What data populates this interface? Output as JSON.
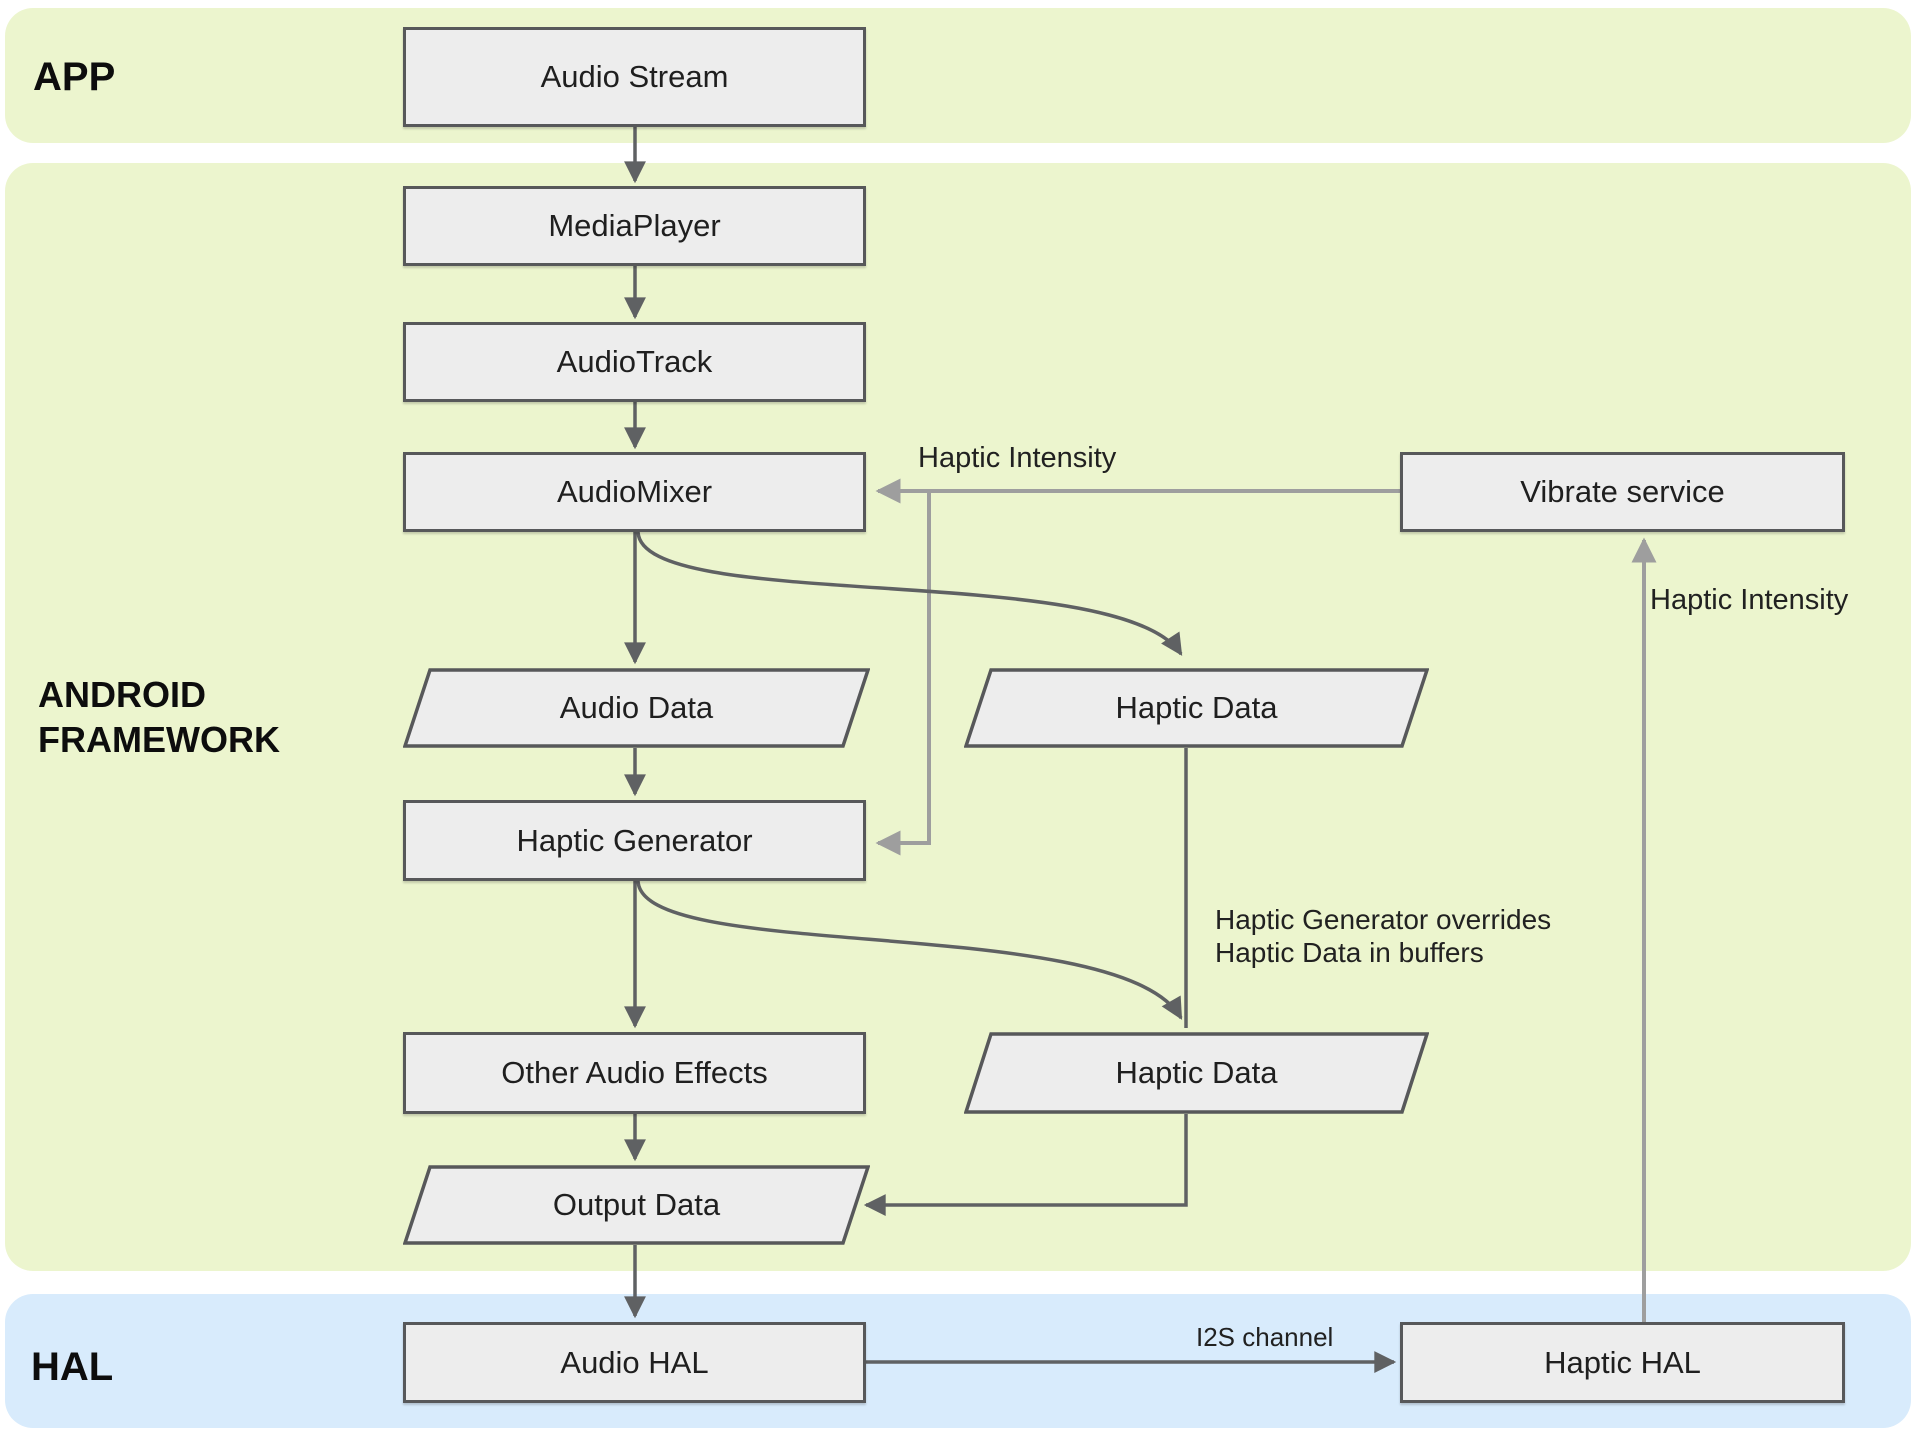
{
  "title": "Android audio haptic data flow diagram",
  "bands": {
    "app": {
      "label": "APP"
    },
    "framework": {
      "label_line1": "ANDROID",
      "label_line2": "FRAMEWORK"
    },
    "hal": {
      "label": "HAL"
    }
  },
  "nodes": {
    "audio_stream": {
      "label": "Audio Stream",
      "shape": "rectangle",
      "band": "APP"
    },
    "media_player": {
      "label": "MediaPlayer",
      "shape": "rectangle",
      "band": "ANDROID FRAMEWORK"
    },
    "audio_track": {
      "label": "AudioTrack",
      "shape": "rectangle",
      "band": "ANDROID FRAMEWORK"
    },
    "audio_mixer": {
      "label": "AudioMixer",
      "shape": "rectangle",
      "band": "ANDROID FRAMEWORK"
    },
    "vibrate_service": {
      "label": "Vibrate service",
      "shape": "rectangle",
      "band": "ANDROID FRAMEWORK"
    },
    "audio_data": {
      "label": "Audio Data",
      "shape": "parallelogram",
      "band": "ANDROID FRAMEWORK"
    },
    "haptic_data_1": {
      "label": "Haptic Data",
      "shape": "parallelogram",
      "band": "ANDROID FRAMEWORK"
    },
    "haptic_generator": {
      "label": "Haptic Generator",
      "shape": "rectangle",
      "band": "ANDROID FRAMEWORK"
    },
    "other_audio_effects": {
      "label": "Other Audio Effects",
      "shape": "rectangle",
      "band": "ANDROID FRAMEWORK"
    },
    "haptic_data_2": {
      "label": "Haptic Data",
      "shape": "parallelogram",
      "band": "ANDROID FRAMEWORK"
    },
    "output_data": {
      "label": "Output Data",
      "shape": "parallelogram",
      "band": "ANDROID FRAMEWORK"
    },
    "audio_hal": {
      "label": "Audio HAL",
      "shape": "rectangle",
      "band": "HAL"
    },
    "haptic_hal": {
      "label": "Haptic HAL",
      "shape": "rectangle",
      "band": "HAL"
    }
  },
  "annotations": {
    "haptic_intensity_to_mixer": "Haptic Intensity",
    "haptic_intensity_to_vibrate": "Haptic Intensity",
    "override_note_line1": "Haptic Generator overrides",
    "override_note_line2": "Haptic Data in buffers",
    "i2s_channel": "I2S channel"
  },
  "colors": {
    "band_green": "#ecf5ce",
    "band_blue": "#d8ebfc",
    "node_fill": "#ededed",
    "node_border": "#57585a",
    "arrow_dark": "#5f6163",
    "arrow_light": "#9e9e9e",
    "text": "#1f1f1f"
  }
}
